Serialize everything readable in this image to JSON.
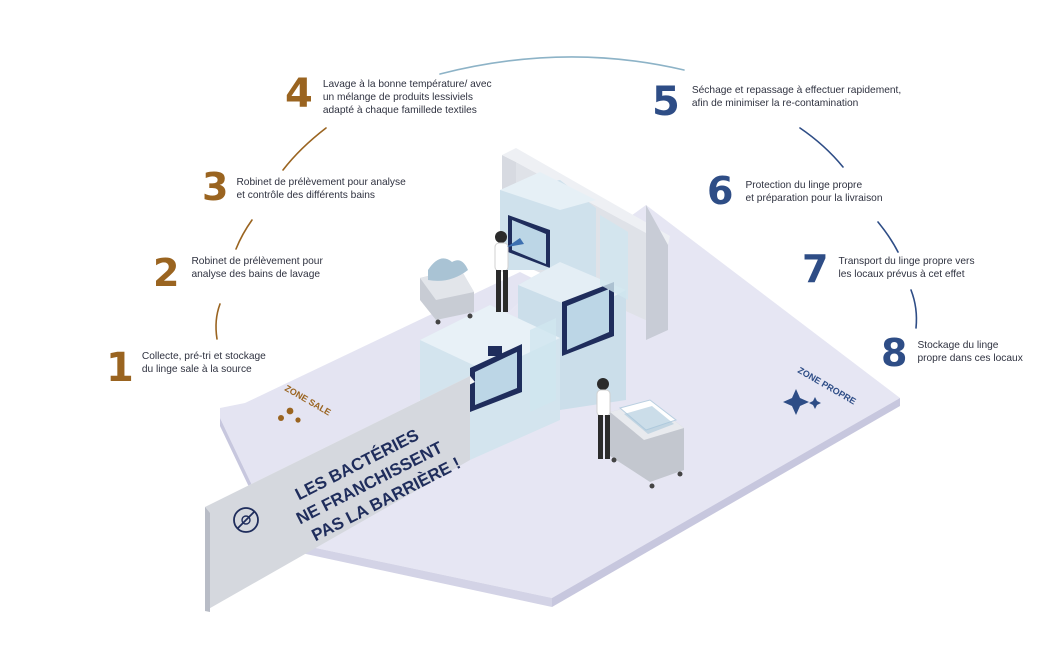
{
  "colors": {
    "dirty_accent": "#9a6420",
    "clean_accent": "#2e4d86",
    "arc": "#8db3c7",
    "floor": "#e4e4f2",
    "wall": "#cfd3dc",
    "machine": "#cfe1ec",
    "door_frame": "#1f2d5c"
  },
  "icons": {
    "dirty_zone": "bacteria-icon",
    "clean_zone": "sparkle-icon",
    "barrier": "no-bacteria-icon"
  },
  "steps": [
    {
      "number": "1",
      "zone": "dirty",
      "lines": [
        "Collecte, pré-tri et stockage",
        "du linge sale à la source"
      ]
    },
    {
      "number": "2",
      "zone": "dirty",
      "lines": [
        "Robinet de prélèvement pour",
        "analyse des bains de lavage"
      ]
    },
    {
      "number": "3",
      "zone": "dirty",
      "lines": [
        "Robinet de prélèvement pour analyse",
        "et contrôle des différents bains"
      ]
    },
    {
      "number": "4",
      "zone": "dirty",
      "lines": [
        "Lavage à la bonne température/ avec",
        "un mélange de produits lessiviels",
        "adapté à chaque famillede textiles"
      ]
    },
    {
      "number": "5",
      "zone": "clean",
      "lines": [
        "Séchage et repassage à effectuer rapidement,",
        "afin de minimiser la re-contamination"
      ]
    },
    {
      "number": "6",
      "zone": "clean",
      "lines": [
        "Protection du linge propre",
        "et préparation pour la livraison"
      ]
    },
    {
      "number": "7",
      "zone": "clean",
      "lines": [
        "Transport du linge propre vers",
        "les locaux prévus à cet effet"
      ]
    },
    {
      "number": "8",
      "zone": "clean",
      "lines": [
        "Stockage du linge",
        "propre dans ces locaux"
      ]
    }
  ],
  "zones": {
    "dirty": "ZONE SALE",
    "clean": "ZONE PROPRE"
  },
  "barrier": {
    "lines": [
      "LES BACTÉRIES",
      "NE FRANCHISSENT",
      "PAS LA BARRIÈRE !"
    ]
  }
}
